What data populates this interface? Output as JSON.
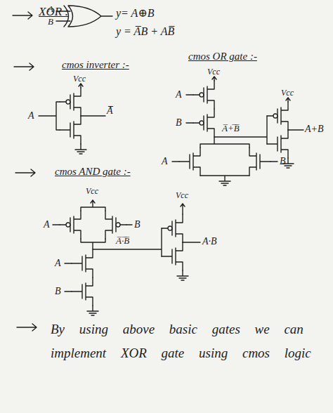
{
  "diagram": {
    "labels": [
      "XOR :",
      "A",
      "B",
      "y= A⊕B",
      "y = A̅B + AB̅",
      "cmos inverter :-",
      "cmos OR gate :-",
      "Vcc",
      "A",
      "A̅",
      "Vcc",
      "A",
      "B",
      "A̅+̅B̅",
      "Vcc",
      "A+B",
      "A",
      "B",
      "cmos AND gate :-",
      "Vcc",
      "A",
      "B",
      "Vcc",
      "A̅·̅B̅",
      "A·B",
      "A",
      "B",
      "By using above basic gates we can implement XOR gate using cmos logic"
    ]
  }
}
